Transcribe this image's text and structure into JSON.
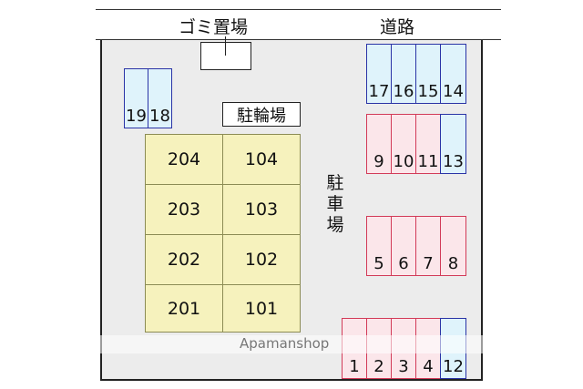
{
  "labels": {
    "garbage": "ゴミ置場",
    "road": "道路",
    "bicycle": "駐輪場",
    "parking": "駐車場",
    "watermark": "Apamanshop"
  },
  "units": [
    {
      "id": "u204",
      "label": "204"
    },
    {
      "id": "u104",
      "label": "104"
    },
    {
      "id": "u203",
      "label": "203"
    },
    {
      "id": "u103",
      "label": "103"
    },
    {
      "id": "u202",
      "label": "202"
    },
    {
      "id": "u102",
      "label": "102"
    },
    {
      "id": "u201",
      "label": "201"
    },
    {
      "id": "u101",
      "label": "101"
    }
  ],
  "parking_spaces": {
    "left_pair": [
      "19",
      "18"
    ],
    "top_row": [
      "17",
      "16",
      "15",
      "14"
    ],
    "row_9_13": [
      "9",
      "10",
      "11",
      "13"
    ],
    "row_5_8": [
      "5",
      "6",
      "7",
      "8"
    ],
    "bottom_row": [
      "1",
      "2",
      "3",
      "4",
      "12"
    ]
  },
  "colors": {
    "bike_space_fill": "#dff3fb",
    "bike_space_border": "#2a33a6",
    "car_space_fill": "#fbe6ea",
    "car_space_border": "#d23a58",
    "building_fill": "#f6f2bd",
    "lot_fill": "#ececec"
  }
}
